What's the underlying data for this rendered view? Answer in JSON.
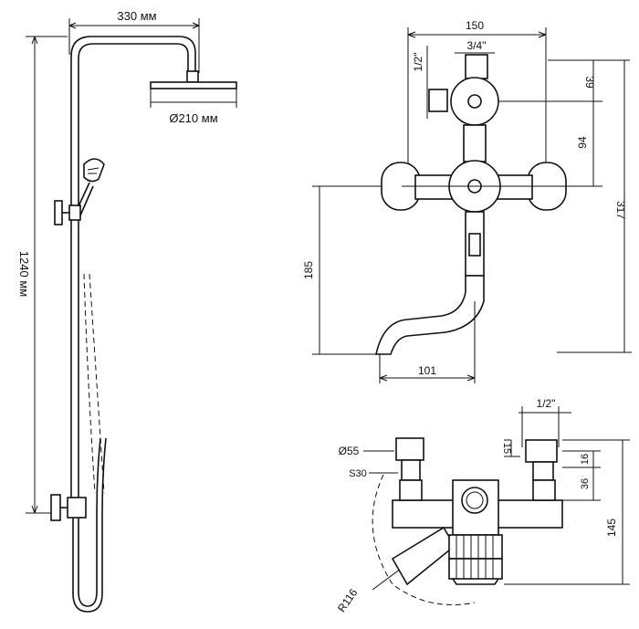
{
  "labels": {
    "shower_width": "330 мм",
    "head_diameter": "Ø210 мм",
    "rail_height": "1240 мм",
    "front_width": "150",
    "front_inlet_thread": "3/4\"",
    "front_side_thread": "1/2\"",
    "front_top_offset": "39",
    "front_mid_offset": "94",
    "front_total_height": "317",
    "front_spout_height": "185",
    "front_spout_reach": "101",
    "top_thread": "1/2\"",
    "top_diameter": "Ø55",
    "top_wrench": "S30",
    "top_offset_15": "15",
    "top_offset_16": "16",
    "top_offset_36": "36",
    "top_depth": "145",
    "top_radius": "R116"
  },
  "colors": {
    "line": "#111111",
    "background": "#ffffff"
  }
}
